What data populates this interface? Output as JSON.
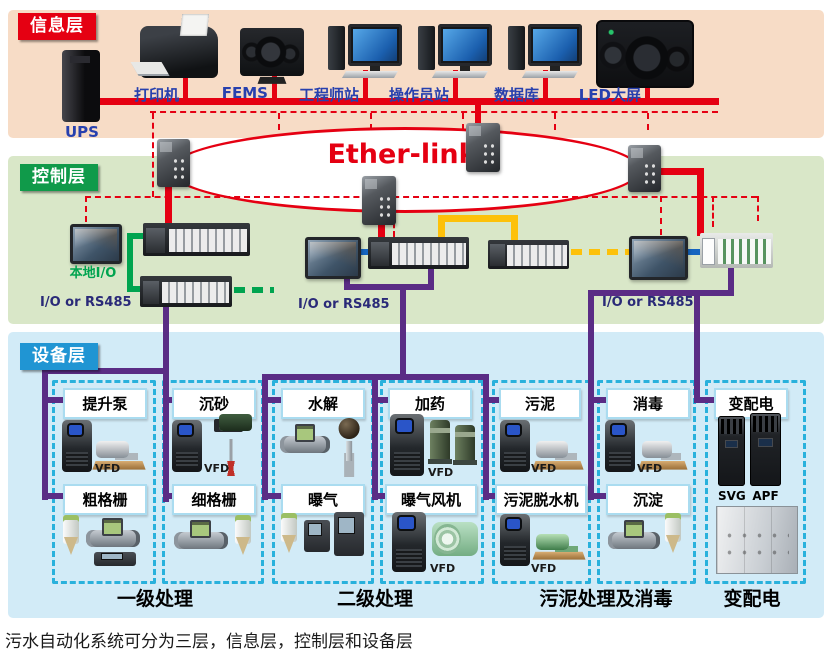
{
  "colors": {
    "red": "#e50012",
    "badge_green": "#109a4a",
    "badge_blue": "#2095d3",
    "info_bg": "#f7dcc6",
    "control_bg": "#d9e7c8",
    "device_bg": "#d2ebf7",
    "cyan_dash": "#29b1dc",
    "purple": "#5a2c85",
    "wire_green": "#00a44f",
    "wire_yellow": "#fdc10a",
    "wire_blue": "#1565c0",
    "label_blue": "#2740ae",
    "io_navy": "#2a2a78"
  },
  "info_layer": {
    "badge": "信息层",
    "ups": "UPS",
    "printer": "打印机",
    "fems": "FEMS",
    "engineer": "工程师站",
    "operator": "操作员站",
    "database": "数据库",
    "led": "LED大屏"
  },
  "control_layer": {
    "badge": "控制层",
    "ring": "Ether-link",
    "local_io": "本地I/O",
    "io1": "I/O  or RS485",
    "io2": "I/O  or RS485",
    "io3": "I/O  or RS485"
  },
  "device_layer": {
    "badge": "设备层",
    "vfd": "VFD",
    "svg": "SVG",
    "apf": "APF",
    "groups": [
      {
        "top": "提升泵",
        "bottom": "粗格栅"
      },
      {
        "top": "沉砂",
        "bottom": "细格栅"
      },
      {
        "top": "水解",
        "bottom": "曝气"
      },
      {
        "top": "加药",
        "bottom": "曝气风机"
      },
      {
        "top": "污泥",
        "bottom": "污泥脱水机"
      },
      {
        "top": "消毒",
        "bottom": "沉淀"
      },
      {
        "top": "变配电"
      }
    ],
    "stages": [
      "一级处理",
      "二级处理",
      "污泥处理及消毒",
      "变配电"
    ]
  },
  "caption": "污水自动化系统可分为三层，信息层，控制层和设备层"
}
